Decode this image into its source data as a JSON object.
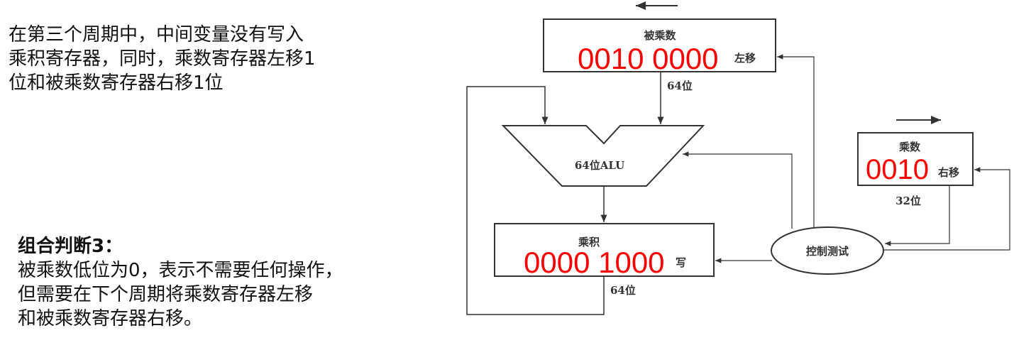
{
  "left_text": {
    "paragraph1": [
      "在第三个周期中，中间变量没有写入",
      "乘积寄存器，同时，乘数寄存器左移1",
      "位和被乘数寄存器右移1位"
    ],
    "heading": "组合判断3：",
    "paragraph2": [
      "被乘数低位为0，表示不需要任何操作，",
      "但需要在下个周期将乘数寄存器左移",
      "和被乘数寄存器右移。"
    ]
  },
  "diagram": {
    "multiplicand": {
      "title": "被乘数",
      "value": "0010 0000",
      "shift": "左移",
      "width": "64位"
    },
    "alu": {
      "label": "64位ALU"
    },
    "product": {
      "title": "乘积",
      "value": "0000 1000",
      "write": "写",
      "width": "64位"
    },
    "multiplier": {
      "title": "乘数",
      "value": "0010",
      "shift": "右移",
      "width": "32位"
    },
    "control": {
      "label": "控制测试"
    }
  }
}
